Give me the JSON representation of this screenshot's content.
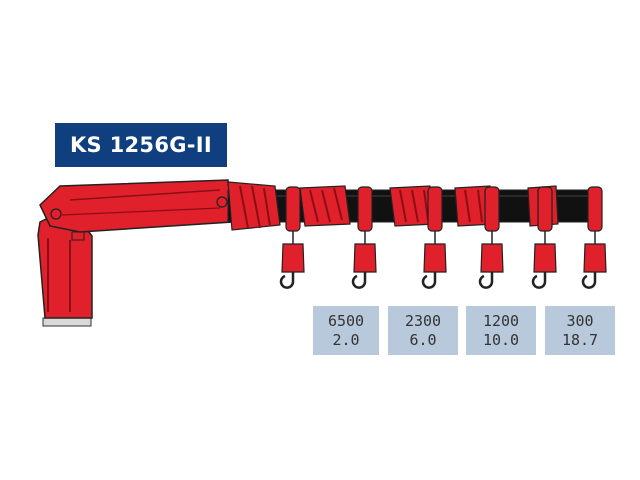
{
  "model": {
    "label": "KS 1256G-II"
  },
  "colors": {
    "badge_bg": "#0f3f7e",
    "badge_text": "#ffffff",
    "crane_red": "#e0202a",
    "crane_dark": "#111111",
    "spec_bg": "#b8c9dc"
  },
  "load_specs": [
    {
      "load": "6500",
      "reach": "2.0"
    },
    {
      "load": "2300",
      "reach": "6.0"
    },
    {
      "load": "1200",
      "reach": "10.0"
    },
    {
      "load": "300",
      "reach": "18.7"
    }
  ]
}
